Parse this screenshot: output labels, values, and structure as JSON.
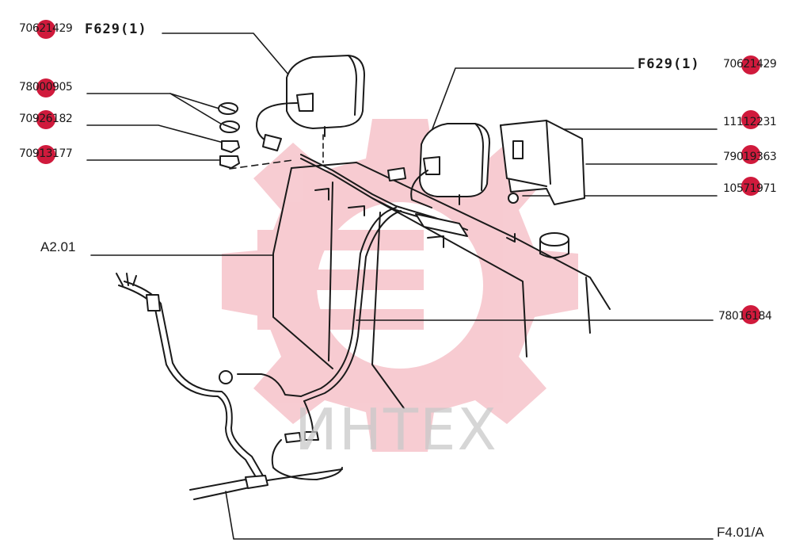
{
  "labels": {
    "p1": "70621429",
    "p2": "F629(1)",
    "p3": "F629(1)",
    "p4": "70621429",
    "p5": "78000905",
    "p6": "70926182",
    "p7": "70913177",
    "p8": "11112231",
    "p9": "79019363",
    "p10": "10571971",
    "p11": "A2.01",
    "p12": "78016184",
    "p13": "F4.01/A"
  },
  "watermark": {
    "text": "ИНТЕХ",
    "color": "#d81e3a"
  },
  "colors": {
    "marker": "#d01a3c",
    "ink": "#1a1a1a",
    "gear": "#f3b5bd"
  }
}
